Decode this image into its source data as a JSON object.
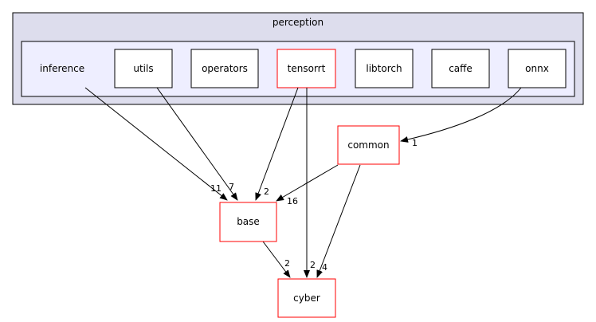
{
  "title": "perception",
  "group_label": "inference",
  "dirs": {
    "utils": "utils",
    "operators": "operators",
    "tensorrt": "tensorrt",
    "libtorch": "libtorch",
    "caffe": "caffe",
    "onnx": "onnx",
    "common": "common",
    "base": "base",
    "cyber": "cyber"
  },
  "edges": {
    "inference_to_base": "11",
    "utils_to_base": "7",
    "tensorrt_to_base": "2",
    "common_to_base": "16",
    "onnx_to_common": "1",
    "base_to_cyber": "2",
    "tensorrt_to_cyber": "2",
    "common_to_cyber": "4"
  },
  "colors": {
    "outer_fill": "#dddded",
    "inner_fill": "#eeeeff",
    "normal_border": "#000000",
    "highlight_border": "#ff0000",
    "node_fill": "#ffffff",
    "edge": "#000000"
  }
}
